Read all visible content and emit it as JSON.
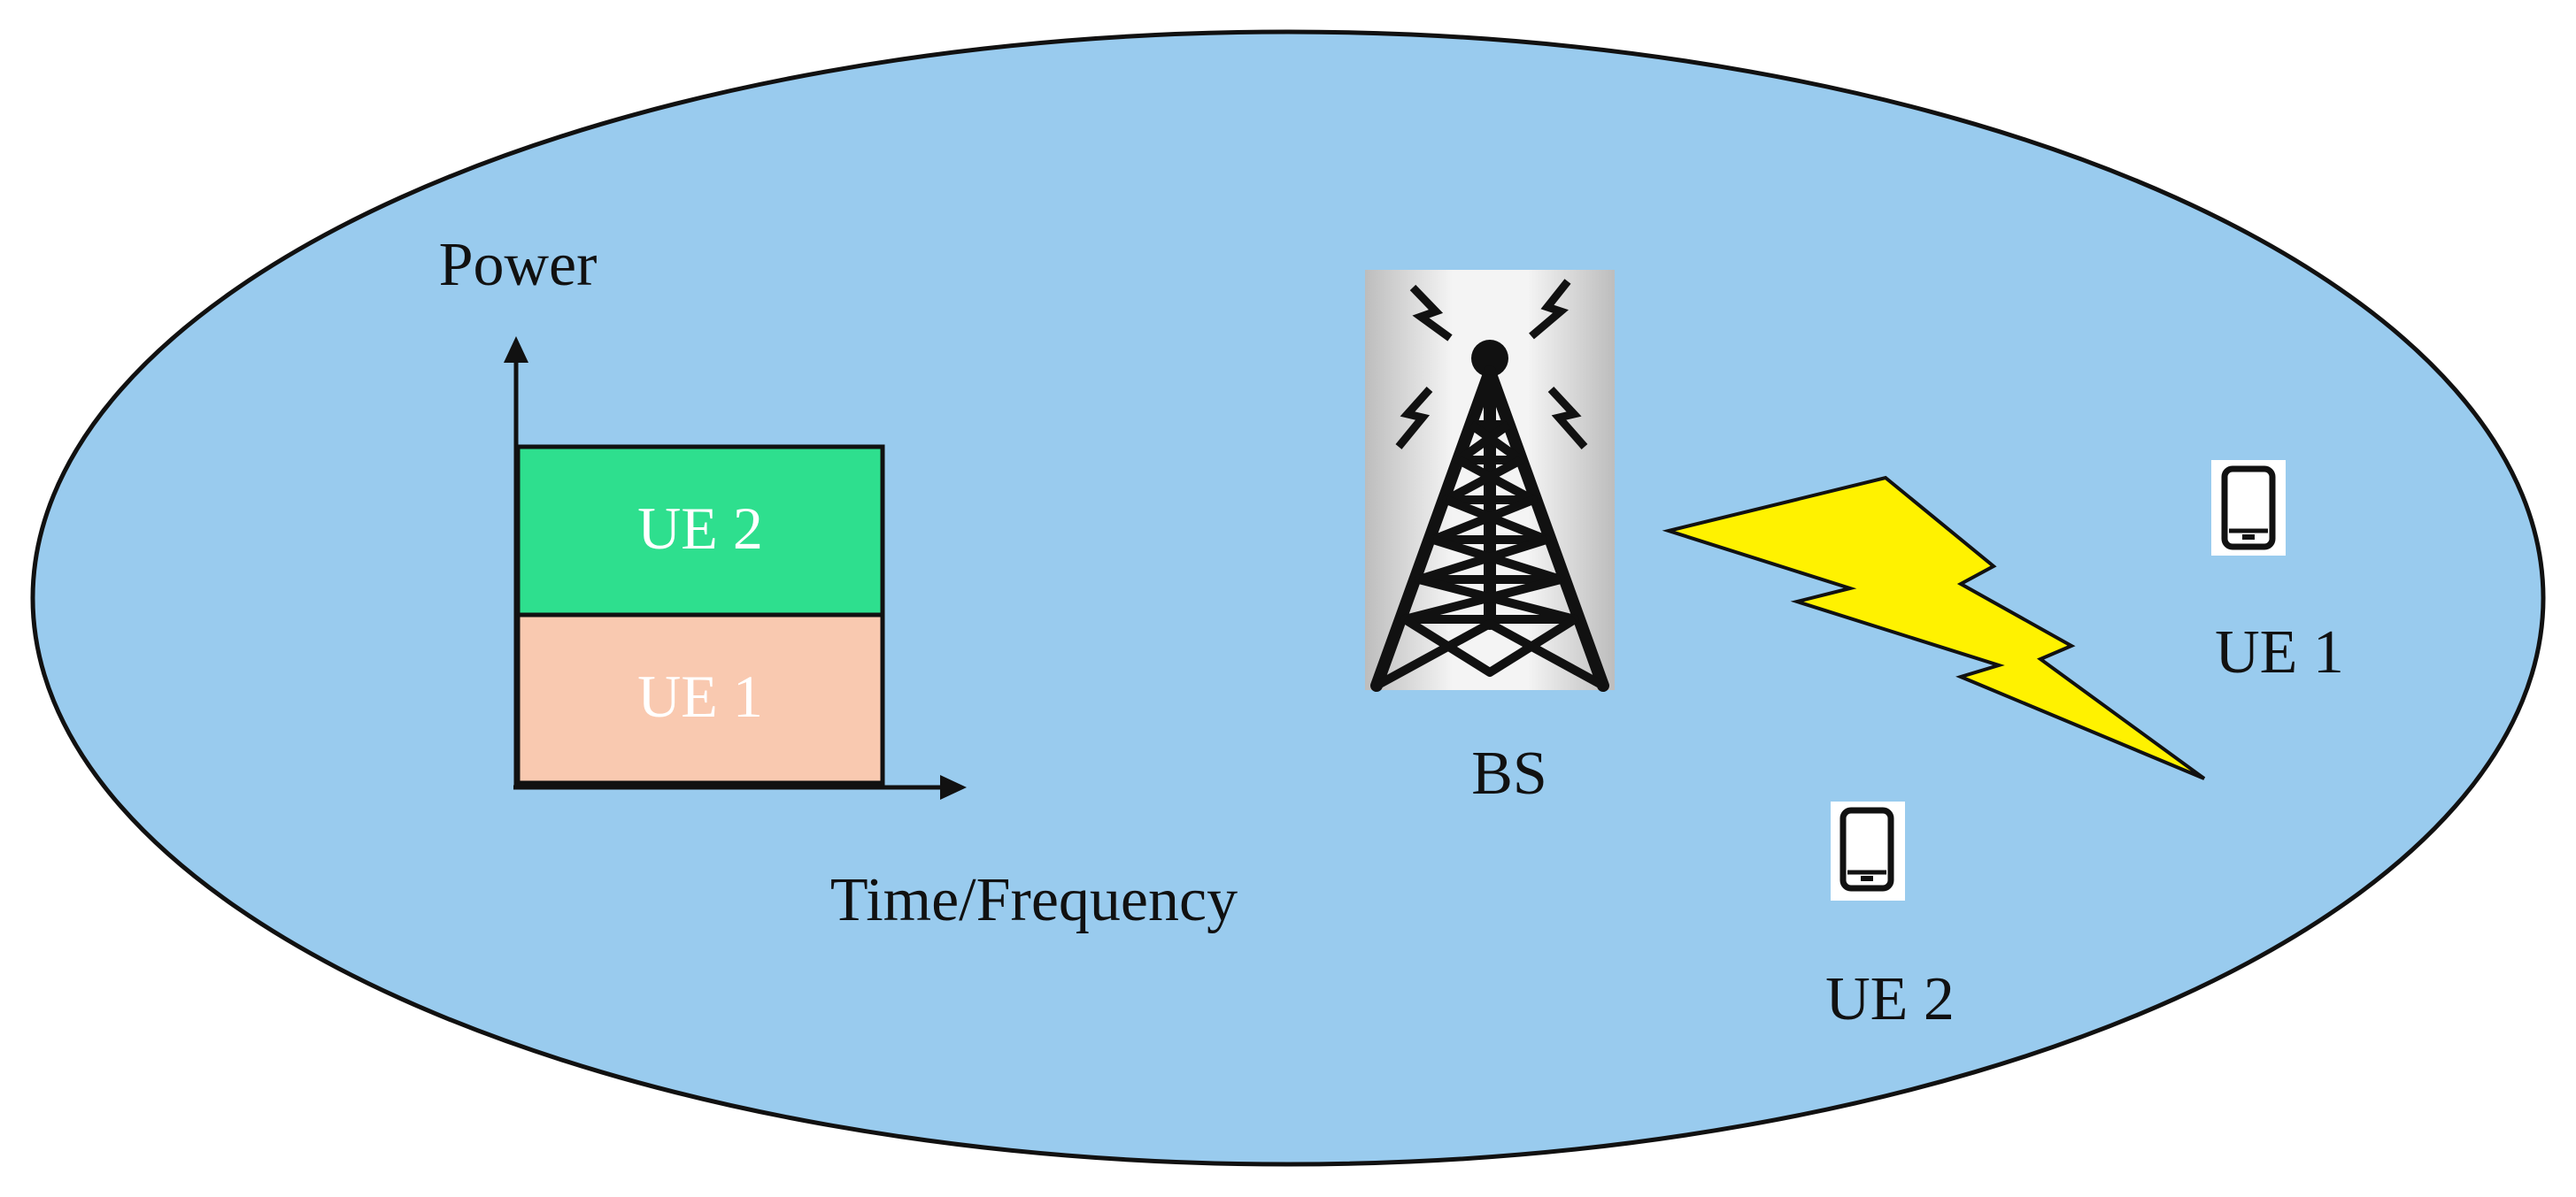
{
  "colors": {
    "cell_fill": "#99CBEE",
    "cell_stroke": "#111111",
    "ue2_bar": "#2EDF8E",
    "ue1_bar": "#F9C9B0",
    "lightning": "#FFF200",
    "tower": "#111111",
    "tower_bg_light": "#FFFFFF",
    "tower_bg_dark": "#BDBDBD",
    "phone_bg": "#FFFFFF"
  },
  "power_chart": {
    "y_axis_label": "Power",
    "x_axis_label": "Time/Frequency",
    "bars": [
      {
        "name": "UE 2",
        "label": "UE 2"
      },
      {
        "name": "UE 1",
        "label": "UE 1"
      }
    ]
  },
  "base_station": {
    "icon": "cell-tower-icon",
    "label": "BS"
  },
  "link": {
    "icon": "lightning-bolt-icon"
  },
  "users": [
    {
      "icon": "smartphone-icon",
      "label": "UE 1"
    },
    {
      "icon": "smartphone-icon",
      "label": "UE 2"
    }
  ]
}
